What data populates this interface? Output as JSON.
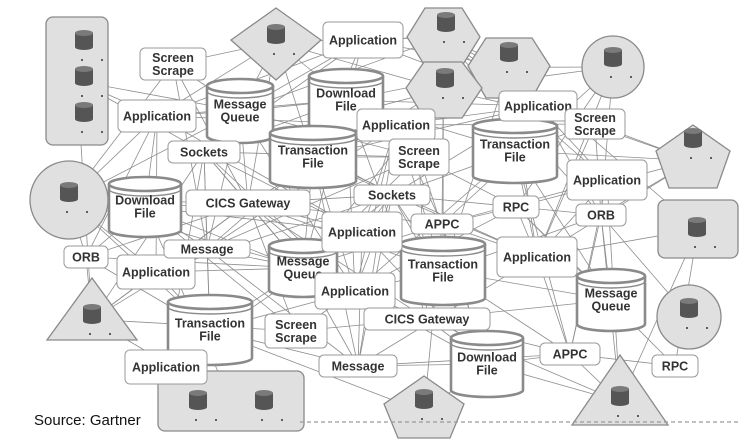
{
  "diagram": {
    "source": "Source: Gartner",
    "labels": {
      "app1": "Application",
      "app2": "Application",
      "app3": "Application",
      "app4": "Application",
      "app5": "Application",
      "app6": "Application",
      "app7": "Application",
      "app8": "Application",
      "app9": "Application",
      "app10": "Application",
      "scr1": "Screen\nScrape",
      "scr2": "Screen\nScrape",
      "scr3": "Screen\nScrape",
      "scr4": "Screen\nScrape",
      "sock1": "Sockets",
      "sock2": "Sockets",
      "cics1": "CICS Gateway",
      "cics2": "CICS Gateway",
      "orb1": "ORB",
      "orb2": "ORB",
      "rpc1": "RPC",
      "rpc2": "RPC",
      "appc1": "APPC",
      "appc2": "APPC",
      "msg1": "Message",
      "msg2": "Message"
    },
    "cylinders": {
      "mq1": "Message\nQueue",
      "mq2": "Message\nQueue",
      "mq3": "Message\nQueue",
      "df1": "Download\nFile",
      "df2": "Download\nFile",
      "df3": "Download\nFile",
      "tf1": "Transaction\nFile",
      "tf2": "Transaction\nFile",
      "tf3": "Transaction\nFile",
      "tf4": "Transaction\nFile"
    }
  }
}
